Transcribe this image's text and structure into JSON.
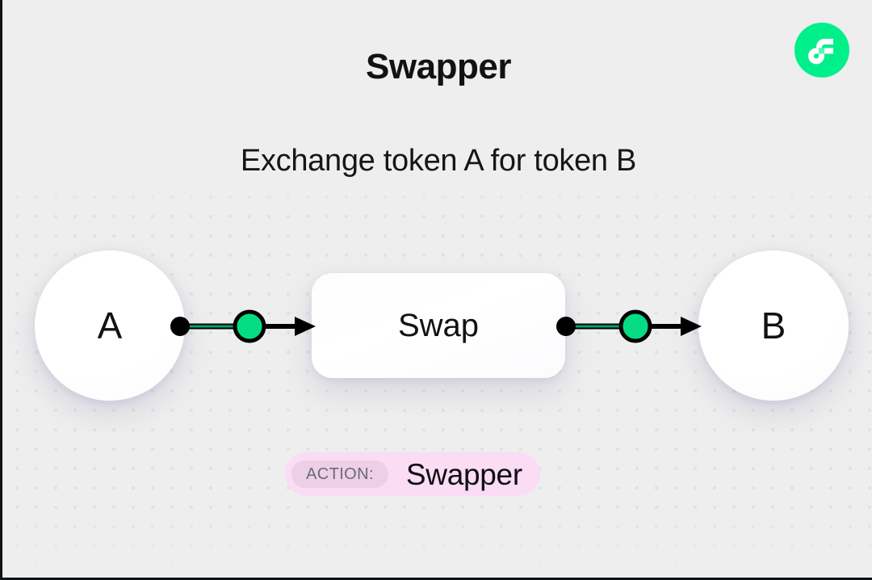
{
  "header": {
    "title": "Swapper",
    "subtitle": "Exchange token A for token B",
    "logo_icon": "flow-logo-icon",
    "logo_color": "#00ef8b"
  },
  "diagram": {
    "nodes": [
      {
        "id": "node-a",
        "label": "A",
        "shape": "circle"
      },
      {
        "id": "swap-box",
        "label": "Swap",
        "shape": "rounded-rect"
      },
      {
        "id": "node-b",
        "label": "B",
        "shape": "circle"
      }
    ],
    "connectors": [
      {
        "id": "connector-1",
        "from": "A",
        "to": "Swap",
        "marker": "arrow",
        "dot_color": "#000000",
        "node_color": "#05dd84",
        "line_color": "#05a363"
      },
      {
        "id": "connector-2",
        "from": "Swap",
        "to": "B",
        "marker": "arrow",
        "dot_color": "#000000",
        "node_color": "#05dd84",
        "line_color": "#05a363"
      }
    ],
    "background": {
      "pattern": "dot-grid",
      "dot_color": "#e1e1e3",
      "spacing": "24px"
    }
  },
  "badge": {
    "chip_label": "ACTION:",
    "value": "Swapper",
    "background_color": "#fbdcf5",
    "chip_background_color": "#edcfe6",
    "chip_text_color": "#6c6b74"
  }
}
